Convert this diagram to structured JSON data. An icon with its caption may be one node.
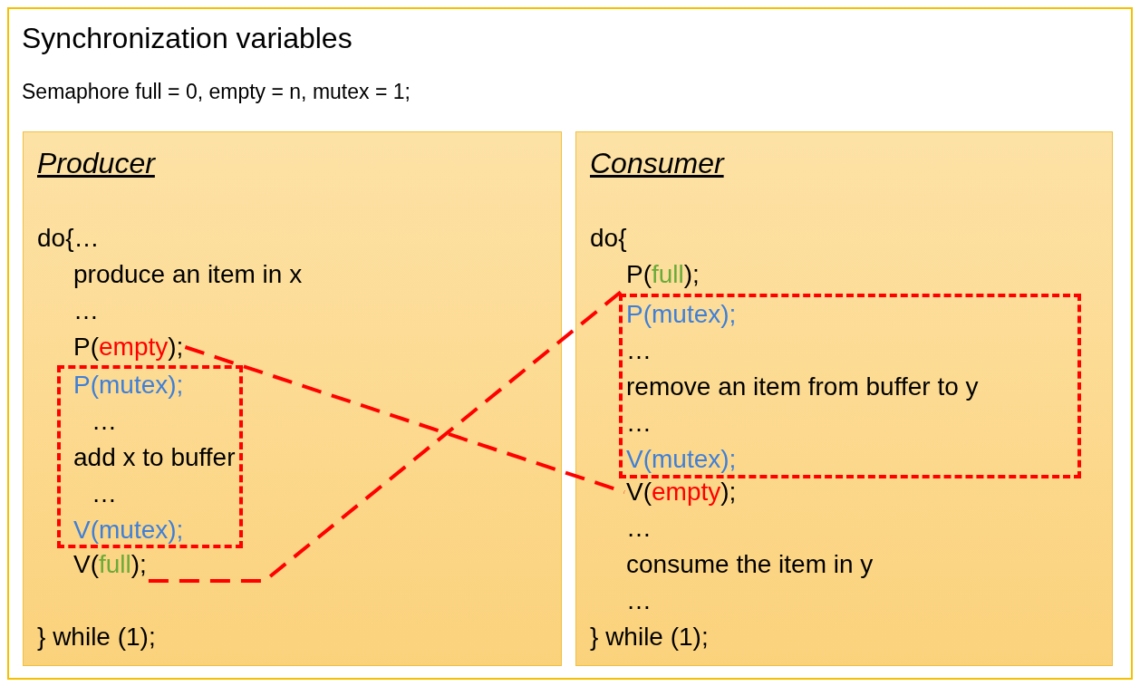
{
  "diagram": {
    "title": "Synchronization variables",
    "nodes": [
      {
        "text": [
          "Producer",
          "do{…",
          "produce an item in x",
          "…",
          "} while (1);"
        ]
      },
      {
        "text": [
          "P(empty);"
        ],
        "in": 0
      },
      {
        "text": [
          "P(mutex);",
          "…",
          "add x to buffer",
          "…",
          "V(mutex);"
        ],
        "in": 0
      },
      {
        "text": [
          "V(full);"
        ],
        "in": 0
      },
      {
        "text": [
          "Consumer",
          "do{",
          "…",
          "consume the item in y",
          "…",
          "} while (1);"
        ]
      },
      {
        "text": [
          "P(full);"
        ],
        "in": 4
      },
      {
        "text": [
          "P(mutex);",
          "…",
          "remove an item from buffer to y",
          "…",
          "V(mutex);"
        ],
        "in": 4
      },
      {
        "text": [
          "V(empty);"
        ],
        "in": 4
      }
    ],
    "edges": [
      {
        "from": 1,
        "to": 7,
        "arrow": "none",
        "style": "dashed",
        "color": "#ff0000"
      },
      {
        "from": 3,
        "to": 5,
        "arrow": "none",
        "style": "dashed",
        "color": "#ff0000"
      }
    ],
    "labels": [
      "Semaphore full = 0, empty = n, mutex = 1;"
    ]
  }
}
